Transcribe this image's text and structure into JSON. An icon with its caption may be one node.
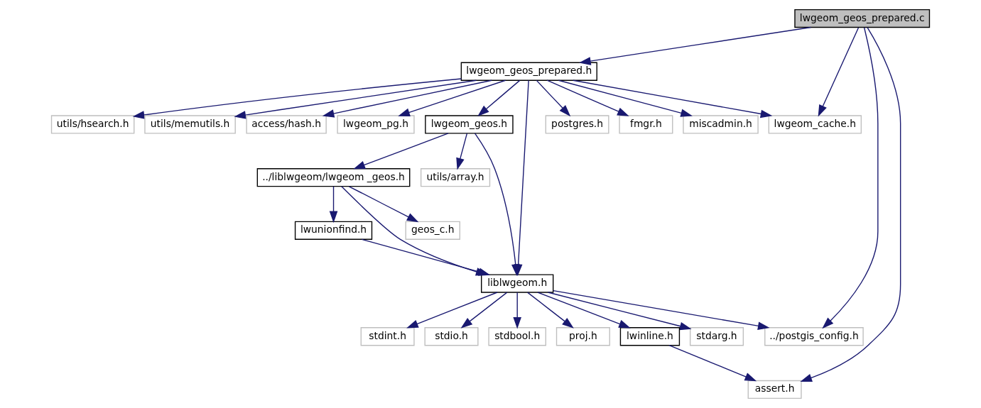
{
  "diagram": {
    "nodes": [
      {
        "text": [
          "lwgeom_geos_prepared.c"
        ]
      },
      {
        "text": [
          "lwgeom_geos_prepared.h"
        ]
      },
      {
        "text": [
          "postgres.h"
        ]
      },
      {
        "text": [
          "fmgr.h"
        ]
      },
      {
        "text": [
          "miscadmin.h"
        ]
      },
      {
        "text": [
          "utils/hsearch.h"
        ]
      },
      {
        "text": [
          "utils/memutils.h"
        ]
      },
      {
        "text": [
          "access/hash.h"
        ]
      },
      {
        "text": [
          "lwgeom_pg.h"
        ]
      },
      {
        "text": [
          "lwgeom_geos.h"
        ]
      },
      {
        "text": [
          "lwgeom_cache.h"
        ]
      },
      {
        "text": [
          "../liblwgeom/lwgeom _geos.h"
        ]
      },
      {
        "text": [
          "utils/array.h"
        ]
      },
      {
        "text": [
          "geos_c.h"
        ]
      },
      {
        "text": [
          "lwunionfind.h"
        ]
      },
      {
        "text": [
          "liblwgeom.h"
        ]
      },
      {
        "text": [
          "../postgis_config.h"
        ]
      },
      {
        "text": [
          "stdarg.h"
        ]
      },
      {
        "text": [
          "stdint.h"
        ]
      },
      {
        "text": [
          "stdio.h"
        ]
      },
      {
        "text": [
          "stdbool.h"
        ]
      },
      {
        "text": [
          "proj.h"
        ]
      },
      {
        "text": [
          "lwinline.h"
        ]
      },
      {
        "text": [
          "assert.h"
        ]
      }
    ],
    "edges": [
      {
        "from": 0,
        "to": 1,
        "arrow": "to"
      },
      {
        "from": 0,
        "to": 10,
        "arrow": "to"
      },
      {
        "from": 0,
        "to": 16,
        "arrow": "to"
      },
      {
        "from": 0,
        "to": 23,
        "arrow": "to"
      },
      {
        "from": 1,
        "to": 2,
        "arrow": "to"
      },
      {
        "from": 1,
        "to": 3,
        "arrow": "to"
      },
      {
        "from": 1,
        "to": 4,
        "arrow": "to"
      },
      {
        "from": 1,
        "to": 5,
        "arrow": "to"
      },
      {
        "from": 1,
        "to": 6,
        "arrow": "to"
      },
      {
        "from": 1,
        "to": 7,
        "arrow": "to"
      },
      {
        "from": 1,
        "to": 8,
        "arrow": "to"
      },
      {
        "from": 1,
        "to": 9,
        "arrow": "to"
      },
      {
        "from": 1,
        "to": 10,
        "arrow": "to"
      },
      {
        "from": 1,
        "to": 15,
        "arrow": "to"
      },
      {
        "from": 9,
        "to": 11,
        "arrow": "to"
      },
      {
        "from": 9,
        "to": 12,
        "arrow": "to"
      },
      {
        "from": 9,
        "to": 15,
        "arrow": "to"
      },
      {
        "from": 11,
        "to": 13,
        "arrow": "to"
      },
      {
        "from": 11,
        "to": 14,
        "arrow": "to"
      },
      {
        "from": 11,
        "to": 15,
        "arrow": "to"
      },
      {
        "from": 14,
        "to": 15,
        "arrow": "to"
      },
      {
        "from": 15,
        "to": 16,
        "arrow": "to"
      },
      {
        "from": 15,
        "to": 17,
        "arrow": "to"
      },
      {
        "from": 15,
        "to": 18,
        "arrow": "to"
      },
      {
        "from": 15,
        "to": 19,
        "arrow": "to"
      },
      {
        "from": 15,
        "to": 20,
        "arrow": "to"
      },
      {
        "from": 15,
        "to": 21,
        "arrow": "to"
      },
      {
        "from": 15,
        "to": 22,
        "arrow": "to"
      },
      {
        "from": 22,
        "to": 23,
        "arrow": "to"
      }
    ]
  }
}
